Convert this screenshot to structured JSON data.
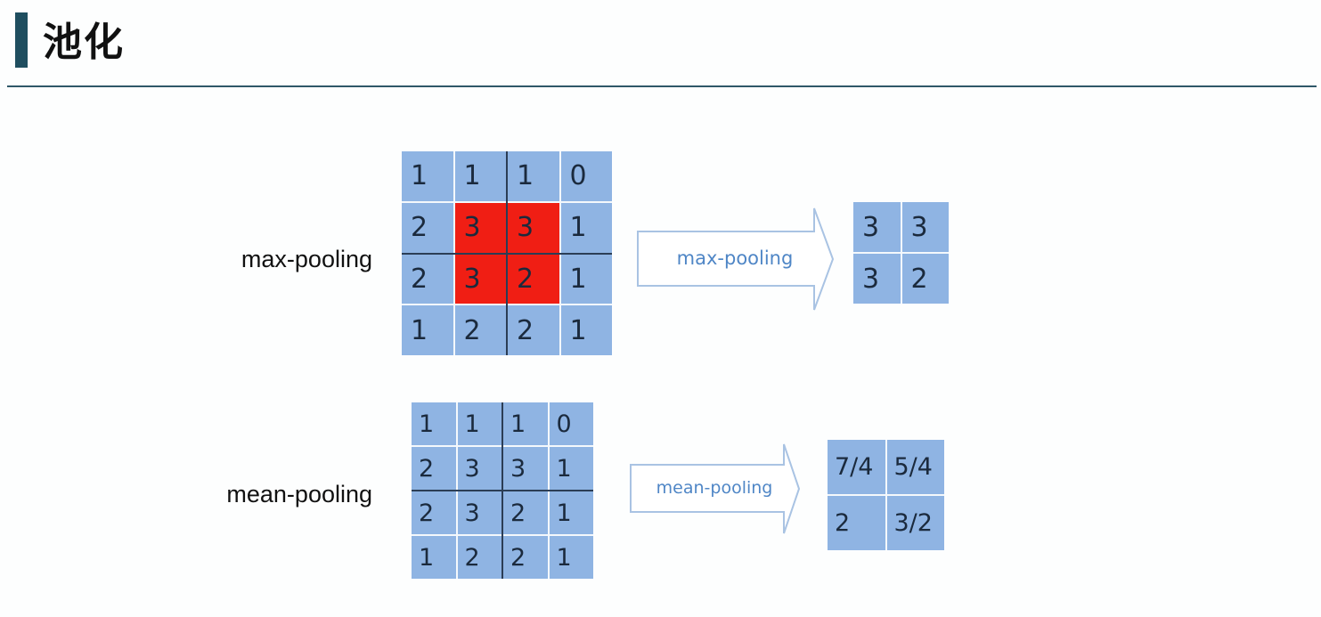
{
  "title": "池化",
  "sections": [
    {
      "label": "max-pooling",
      "arrow_label": "max-pooling",
      "input": [
        [
          "1",
          "1",
          "1",
          "0"
        ],
        [
          "2",
          "3",
          "3",
          "1"
        ],
        [
          "2",
          "3",
          "2",
          "1"
        ],
        [
          "1",
          "2",
          "2",
          "1"
        ]
      ],
      "highlight": [
        [
          1,
          1
        ],
        [
          1,
          2
        ],
        [
          2,
          1
        ],
        [
          2,
          2
        ]
      ],
      "output": [
        [
          "3",
          "3"
        ],
        [
          "3",
          "2"
        ]
      ]
    },
    {
      "label": "mean-pooling",
      "arrow_label": "mean-pooling",
      "input": [
        [
          "1",
          "1",
          "1",
          "0"
        ],
        [
          "2",
          "3",
          "3",
          "1"
        ],
        [
          "2",
          "3",
          "2",
          "1"
        ],
        [
          "1",
          "2",
          "2",
          "1"
        ]
      ],
      "highlight": [],
      "output": [
        [
          "7/4",
          "5/4"
        ],
        [
          "2",
          "3/2"
        ]
      ]
    }
  ],
  "colors": {
    "cell": "#8fb4e3",
    "highlight": "#f01e14",
    "arrow_text": "#4f86c6",
    "title_bar": "#1f4e5f"
  }
}
